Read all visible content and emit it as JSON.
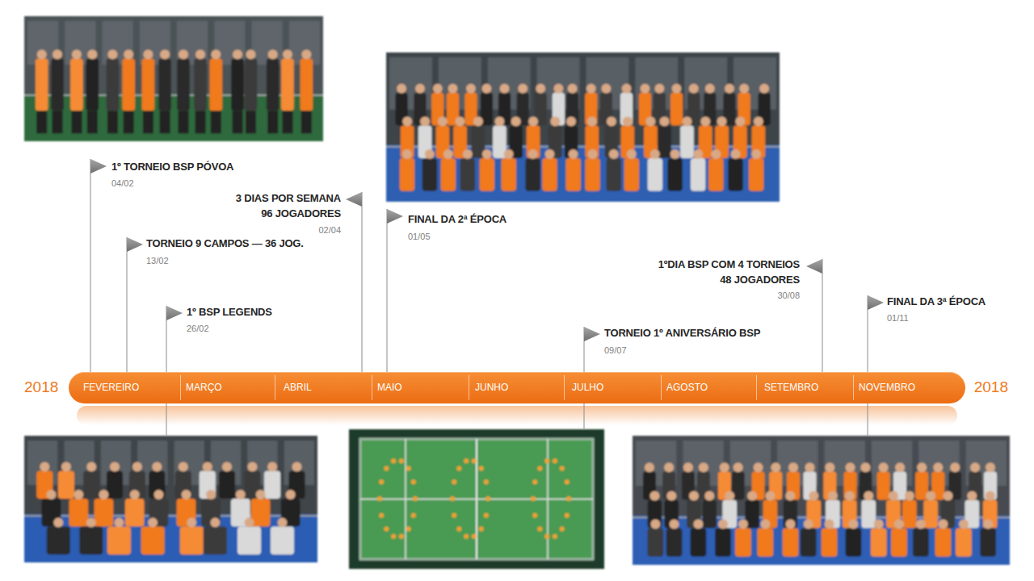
{
  "diagram": {
    "nodes": [
      {
        "text": [
          "FEVEREIRO",
          "MARÇO",
          "ABRIL",
          "MAIO",
          "JUNHO",
          "JULHO",
          "AGOSTO",
          "SETEMBRO",
          "NOVEMBRO"
        ]
      }
    ],
    "labels": [
      "2018",
      "2018",
      "1º TORNEIO BSP PÓVOA",
      "04/02",
      "TORNEIO 9 CAMPOS — 36 JOG.",
      "13/02",
      "1º BSP LEGENDS",
      "26/02",
      "3 DIAS POR SEMANA",
      "96 JOGADORES",
      "02/04",
      "FINAL DA 2ª ÉPOCA",
      "01/05",
      "TORNEIO 1º ANIVERSÁRIO BSP",
      "09/07",
      "1ºDIA BSP COM 4 TORNEIOS",
      "48 JOGADORES",
      "30/08",
      "FINAL DA 3ª ÉPOCA",
      "01/11"
    ]
  }
}
